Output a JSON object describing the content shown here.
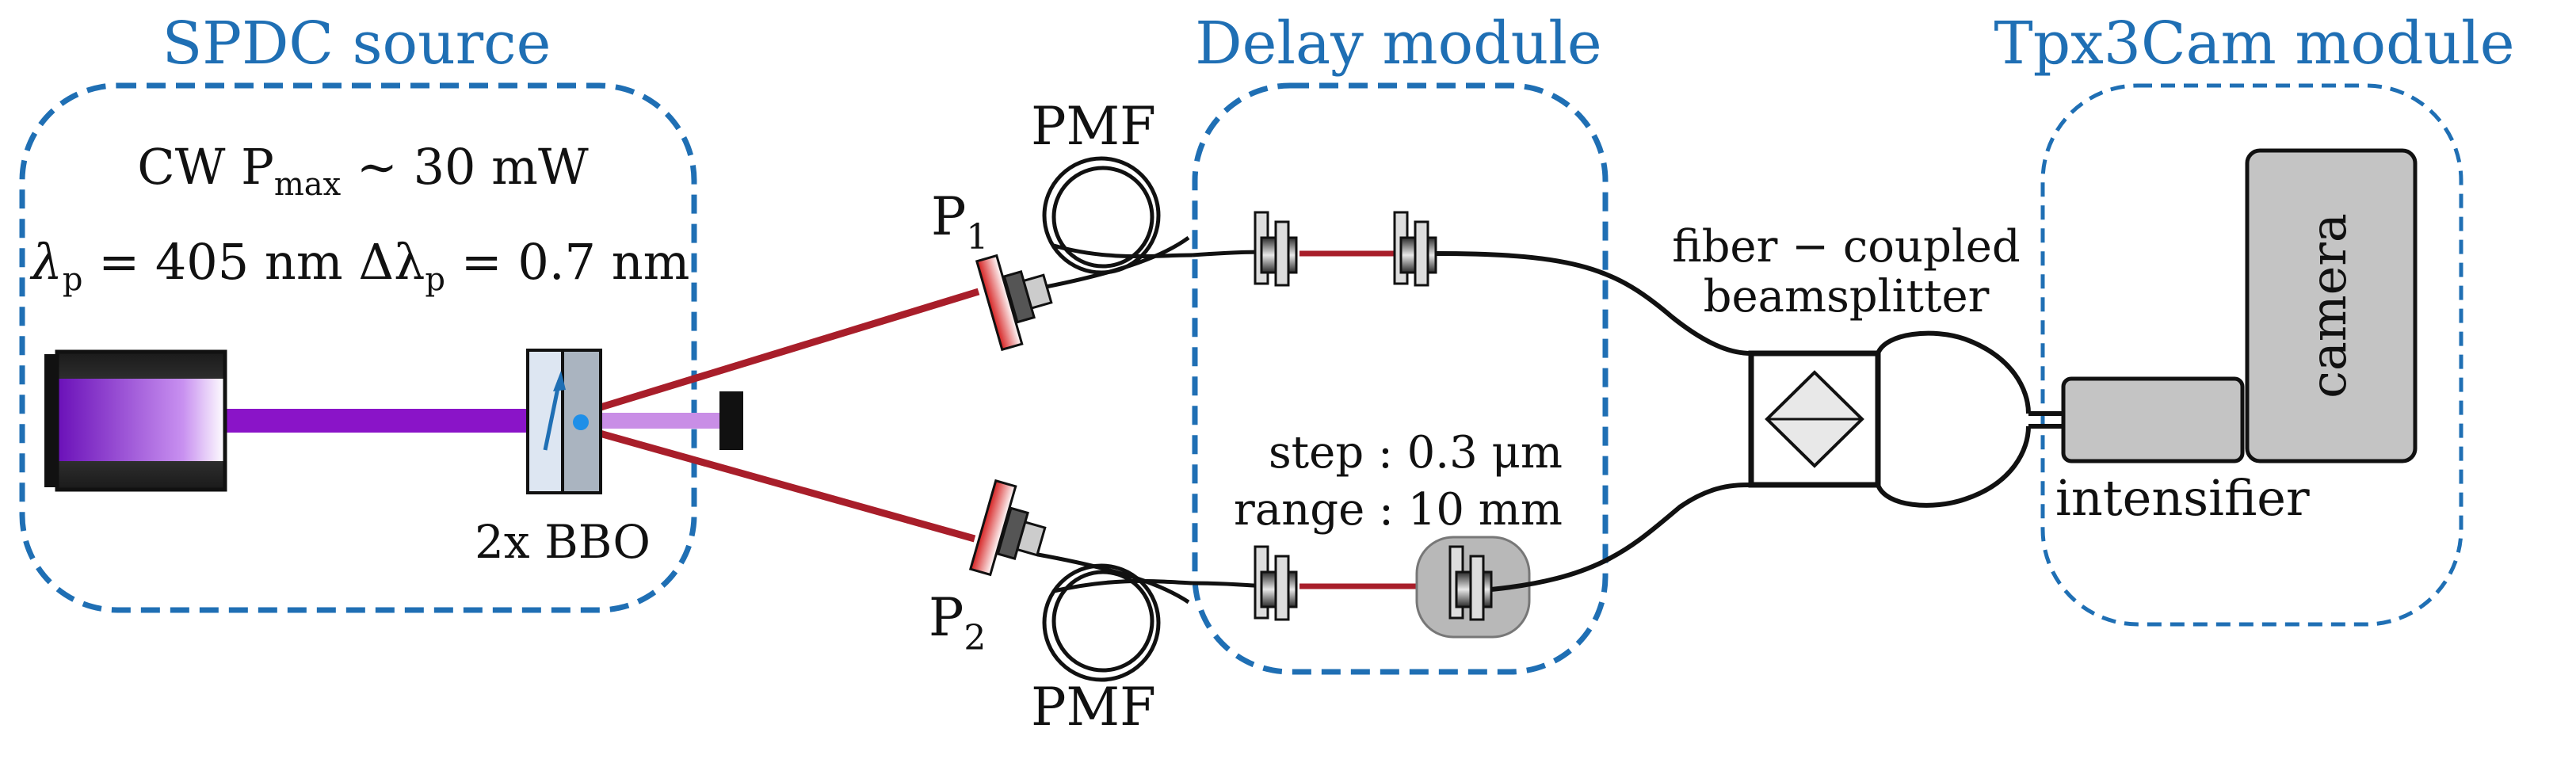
{
  "modules": {
    "spdc": {
      "title": "SPDC source"
    },
    "delay": {
      "title": "Delay module"
    },
    "tpx3cam": {
      "title": "Tpx3Cam module"
    }
  },
  "laser": {
    "power_prefix": "CW P",
    "power_subscript": "max",
    "power_suffix": " ∼ 30 mW",
    "wavelength_lambda": "λ",
    "wavelength_sub": "p",
    "wavelength_value": " = 405 nm Δλ",
    "bandwidth_sub": "p",
    "bandwidth_value": " = 0.7 nm"
  },
  "crystal": {
    "label": "2x BBO"
  },
  "polarizers": {
    "p1": {
      "letter": "P",
      "index": "1"
    },
    "p2": {
      "letter": "P",
      "index": "2"
    }
  },
  "fibers": {
    "top_label": "PMF",
    "bottom_label": "PMF"
  },
  "delay_stage": {
    "step": "step : 0.3 μm",
    "range": "range : 10 mm"
  },
  "beamsplitter": {
    "line1": "fiber − coupled",
    "line2": "beamsplitter"
  },
  "camera": {
    "label": "camera"
  },
  "intensifier": {
    "label": "intensifier"
  },
  "colors": {
    "module_outline": "#1f6fb4",
    "pump_beam": "#8a14c8",
    "photon_path": "#a81e2a",
    "fiber": "#111111",
    "device_gray": "#c4c4c4"
  }
}
